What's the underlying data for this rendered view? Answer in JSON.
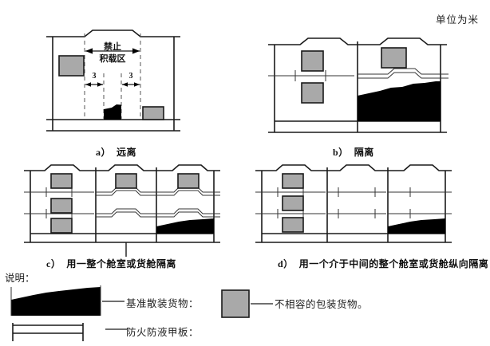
{
  "header": {
    "unit_note": "单位为米"
  },
  "panels": [
    {
      "id": "a",
      "label": "a）",
      "caption": "远离",
      "zone_label_line1": "禁止",
      "zone_label_line2": "积载区",
      "dimension_left": "3",
      "dimension_right": "3",
      "description": "单舱横剖面，禁止积载区两侧各留3米，基准散装货物居中，不相容包装货物远离放置"
    },
    {
      "id": "b",
      "label": "b）",
      "caption": "隔离",
      "description": "两舱横剖面，由一道防火防液甲板及舱壁隔离，右舱装基准散装货物，左舱装不相容包装货物"
    },
    {
      "id": "c",
      "label": "c）",
      "caption": "用一整个舱室或货舱隔离",
      "description": "三舱横剖面，中间整个舱室或货舱作为隔离空舱"
    },
    {
      "id": "d",
      "label": "d）",
      "caption": "用一个介于中间的整个舱室或货舱纵向隔离",
      "description": "三舱横剖面，用一个介于中间的整个舱室或货舱纵向隔离"
    }
  ],
  "legend": {
    "title": "说明：",
    "items": [
      {
        "symbol": "bulk-cargo-swatch",
        "label": "基准散装货物："
      },
      {
        "symbol": "fireproof-liquidtight-deck-swatch",
        "label": "防火防液甲板："
      },
      {
        "symbol": "incompatible-package-swatch",
        "label": "不相容的包装货物。"
      }
    ]
  },
  "colors": {
    "bulk_cargo": "#000000",
    "incompatible_package": "#a9a9a9",
    "line": "#1a1a1a",
    "dashed_line": "#555555",
    "background": "#ffffff"
  }
}
